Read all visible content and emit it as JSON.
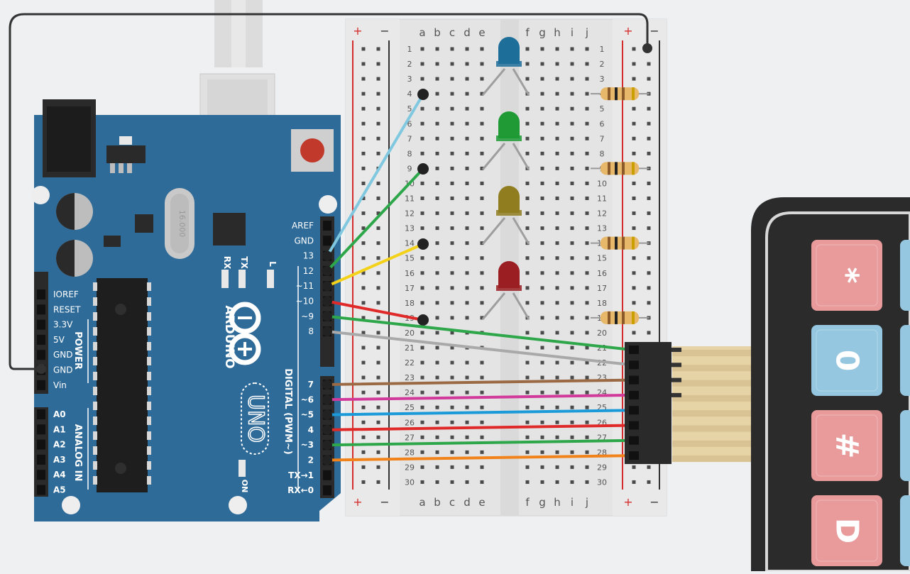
{
  "colors": {
    "background": "#eef0f1",
    "arduino_board": "#2f6b98",
    "breadboard": "#e4e4e4",
    "keypad_body": "#2b2b2b",
    "key_red": "#e99a9b",
    "key_blue": "#95c7e0",
    "ribbon": "#e6d3a6"
  },
  "arduino": {
    "brand": "ARDUINO",
    "model": "UNO",
    "crystal": "16.000",
    "led_rx": "RX",
    "led_tx": "TX",
    "led_l": "L",
    "led_on": "ON",
    "power_header_title": "POWER",
    "analog_header_title": "ANALOG IN",
    "digital_header_title": "DIGITAL (PWM~)",
    "power_pins": [
      "IOREF",
      "RESET",
      "3.3V",
      "5V",
      "GND",
      "GND",
      "Vin"
    ],
    "analog_pins": [
      "A0",
      "A1",
      "A2",
      "A3",
      "A4",
      "A5"
    ],
    "top_digital_pins": [
      "AREF",
      "GND",
      "13",
      "12",
      "~11",
      "~10",
      "~9",
      "8"
    ],
    "bottom_digital_pins": [
      "7",
      "~6",
      "~5",
      "4",
      "~3",
      "2",
      "TX→1",
      "RX←0"
    ]
  },
  "breadboard": {
    "left_cols": [
      "a",
      "b",
      "c",
      "d",
      "e"
    ],
    "right_cols": [
      "f",
      "g",
      "h",
      "i",
      "j"
    ],
    "plus": "+",
    "minus": "−",
    "rows": [
      "1",
      "2",
      "3",
      "4",
      "5",
      "6",
      "7",
      "8",
      "9",
      "10",
      "11",
      "12",
      "13",
      "14",
      "15",
      "16",
      "17",
      "18",
      "19",
      "20",
      "21",
      "22",
      "23",
      "24",
      "25",
      "26",
      "27",
      "28",
      "29",
      "30"
    ]
  },
  "leds": [
    {
      "color": "blue",
      "hex": "#1e6e9a"
    },
    {
      "color": "green",
      "hex": "#1f9a35"
    },
    {
      "color": "yellow",
      "hex": "#8f7d20"
    },
    {
      "color": "red",
      "hex": "#9a1e22"
    }
  ],
  "wires": [
    {
      "from": "13",
      "to": "a4",
      "color": "#7fc8df"
    },
    {
      "from": "12",
      "to": "a9",
      "color": "#2ea64a"
    },
    {
      "from": "~11",
      "to": "a14",
      "color": "#f4d21a"
    },
    {
      "from": "~10",
      "to": "a19",
      "color": "#e02a2a"
    },
    {
      "from": "~9",
      "to": "keypad",
      "color": "#2ea64a"
    },
    {
      "from": "8",
      "to": "keypad",
      "color": "#a9a9a9"
    },
    {
      "from": "7",
      "to": "keypad",
      "color": "#9b6a45"
    },
    {
      "from": "~6",
      "to": "keypad",
      "color": "#d13a9a"
    },
    {
      "from": "~5",
      "to": "keypad",
      "color": "#1a9ad8"
    },
    {
      "from": "4",
      "to": "keypad",
      "color": "#e02a2a"
    },
    {
      "from": "~3",
      "to": "keypad",
      "color": "#2ea64a"
    },
    {
      "from": "2",
      "to": "keypad",
      "color": "#f2821a"
    },
    {
      "from": "GND",
      "to": "rail-minus",
      "color": "#333333"
    }
  ],
  "keypad": {
    "keys": [
      {
        "label": "*",
        "style": "red"
      },
      {
        "label": "0",
        "style": "blue"
      },
      {
        "label": "#",
        "style": "red"
      },
      {
        "label": "D",
        "style": "red"
      }
    ]
  }
}
